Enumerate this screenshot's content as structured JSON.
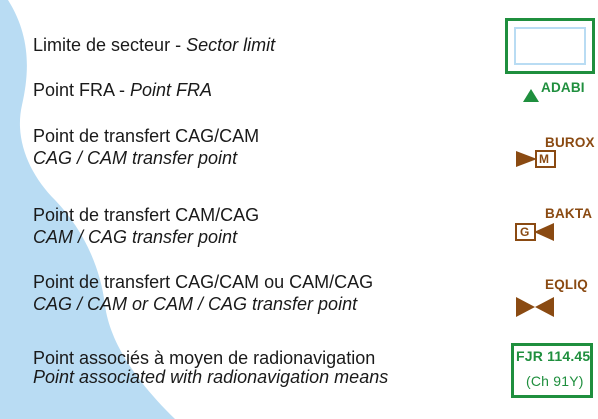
{
  "rows": [
    {
      "fr": "Limite de secteur - ",
      "en": "Sector limit",
      "inline": true
    },
    {
      "fr": "Point FRA - ",
      "en": "Point FRA",
      "inline": true
    },
    {
      "fr": "Point de transfert CAG/CAM",
      "en": "CAG / CAM transfer point",
      "inline": false
    },
    {
      "fr": "Point de transfert CAM/CAG",
      "en": "CAM / CAG transfer point",
      "inline": false
    },
    {
      "fr": "Point de transfert CAG/CAM ou CAM/CAG",
      "en": "CAG / CAM or CAM / CAG transfer point",
      "inline": false
    },
    {
      "fr": "Point associés à moyen de radionavigation",
      "en": "Point associated with radionavigation means",
      "inline": false
    }
  ],
  "symbols": {
    "sector_limit": {
      "icon": "sector-limit-box-icon"
    },
    "fra": {
      "label": "ADABI",
      "icon": "green-triangle-icon"
    },
    "cag_cam": {
      "label": "BUROX",
      "letter": "M",
      "icon": "transfer-flag-right-icon"
    },
    "cam_cag": {
      "label": "BAKTA",
      "letter": "G",
      "icon": "transfer-flag-left-icon"
    },
    "both": {
      "label": "EQLIQ",
      "icon": "bowtie-icon"
    },
    "navaid": {
      "line1": "FJR 114.45",
      "line2": "(Ch 91Y)",
      "icon": "navaid-box-icon"
    }
  },
  "colors": {
    "background_shape": "#b9dcf3",
    "brown": "#8a4a12",
    "green": "#1f8f3e"
  }
}
